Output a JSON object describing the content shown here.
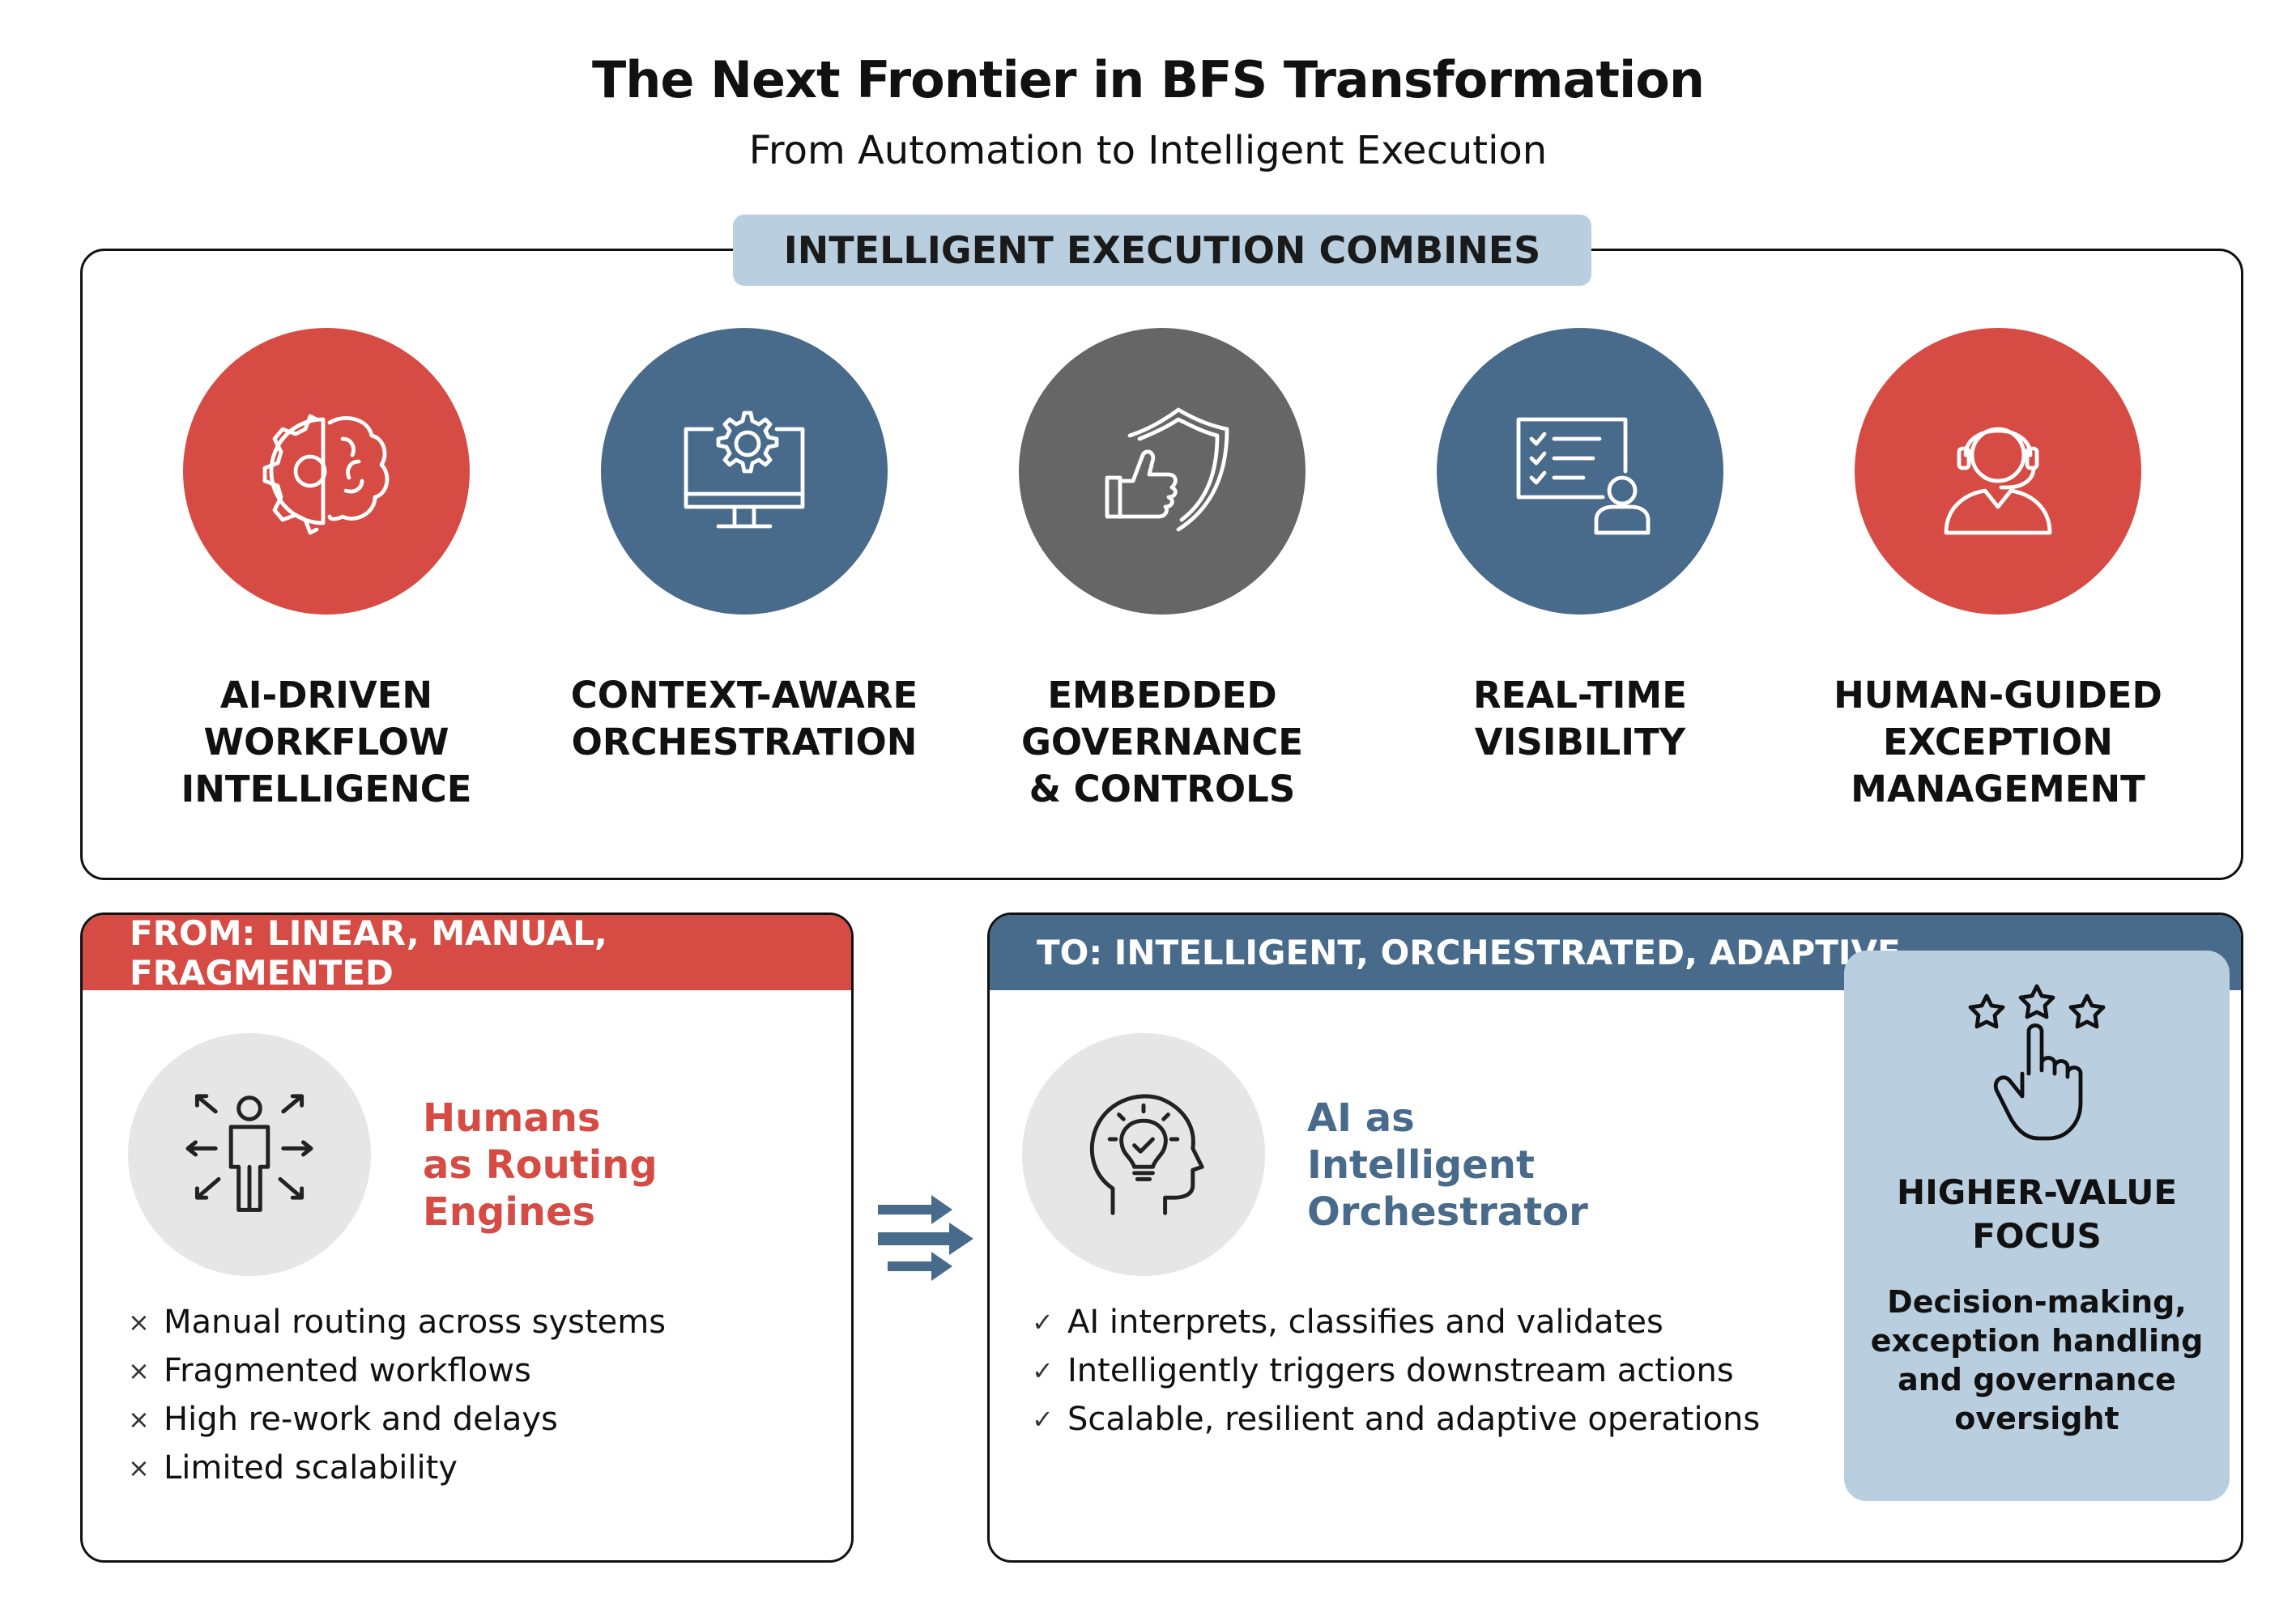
{
  "header": {
    "title": "The Next Frontier in BFS Transformation",
    "subtitle": "From Automation to Intelligent Execution"
  },
  "combines": {
    "badge": "INTELLIGENT EXECUTION COMBINES",
    "items": [
      {
        "label": "AI-DRIVEN\nWORKFLOW\nINTELLIGENCE",
        "icon": "gear-brain-icon",
        "color": "#d64b43"
      },
      {
        "label": "CONTEXT-AWARE\nORCHESTRATION",
        "icon": "monitor-gear-icon",
        "color": "#486a8b"
      },
      {
        "label": "EMBEDDED\nGOVERNANCE\n& CONTROLS",
        "icon": "shield-thumbs-up-icon",
        "color": "#666666"
      },
      {
        "label": "REAL-TIME\nVISIBILITY",
        "icon": "checklist-user-icon",
        "color": "#486a8b"
      },
      {
        "label": "HUMAN-GUIDED\nEXCEPTION\nMANAGEMENT",
        "icon": "headset-agent-icon",
        "color": "#d64b43"
      }
    ]
  },
  "from": {
    "heading": "FROM: LINEAR, MANUAL, FRAGMENTED",
    "role": "Humans\nas Routing\nEngines",
    "items": [
      "Manual routing across systems",
      "Fragmented workflows",
      "High re-work and delays",
      "Limited scalability"
    ],
    "mark": "×"
  },
  "to": {
    "heading": "TO: INTELLIGENT, ORCHESTRATED, ADAPTIVE",
    "role": "AI as\nIntelligent\nOrchestrator",
    "items": [
      "AI interprets, classifies and validates",
      "Intelligently triggers downstream actions",
      "Scalable, resilient and adaptive operations"
    ],
    "mark": "✓"
  },
  "focus": {
    "heading": "HIGHER-VALUE\nFOCUS",
    "body": "Decision-making, exception handling and governance oversight"
  },
  "colors": {
    "red": "#d64b43",
    "blue": "#486a8b",
    "grey": "#666666",
    "light_blue": "#b9cfdf"
  }
}
